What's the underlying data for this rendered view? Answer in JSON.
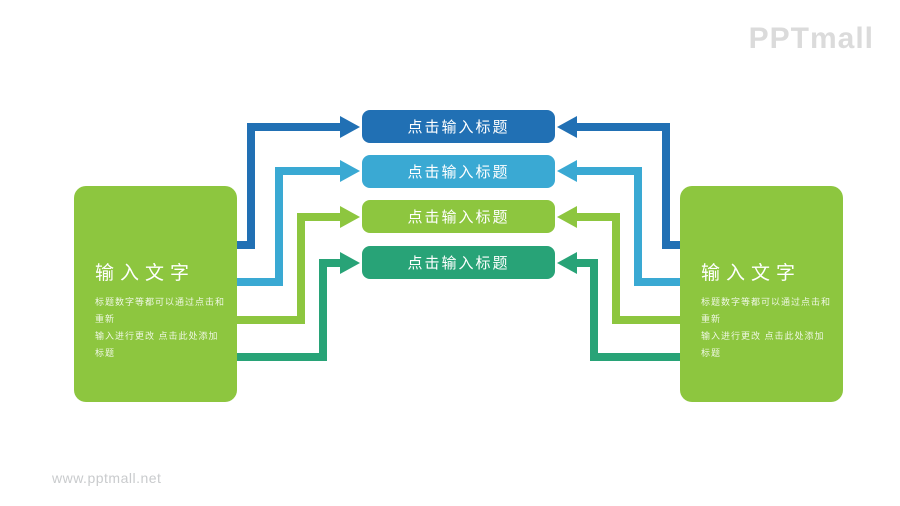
{
  "logo": {
    "text": "PPTmall",
    "color": "#DBDBDB"
  },
  "watermark": {
    "text": "www.pptmall.net",
    "color": "#C9CBCD"
  },
  "colors": {
    "box_green": "#8DC63F"
  },
  "left_box": {
    "title": "输入文字",
    "body_line1": "标题数字等都可以通过点击和重新",
    "body_line2": "输入进行更改 点击此处添加标题"
  },
  "right_box": {
    "title": "输入文字",
    "body_line1": "标题数字等都可以通过点击和重新",
    "body_line2": "输入进行更改 点击此处添加标题"
  },
  "center_bars": [
    {
      "label": "点击输入标题",
      "color": "#2170B4"
    },
    {
      "label": "点击输入标题",
      "color": "#3AA9D3"
    },
    {
      "label": "点击输入标题",
      "color": "#8DC63F"
    },
    {
      "label": "点击输入标题",
      "color": "#28A377"
    }
  ]
}
